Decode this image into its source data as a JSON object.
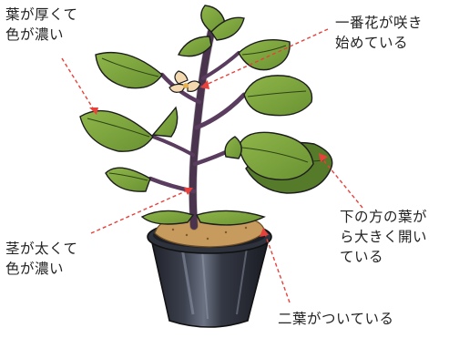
{
  "annotations": {
    "thick_leaves": {
      "lines": [
        "葉が厚くて",
        "色が濃い"
      ]
    },
    "first_flower": {
      "lines": [
        "一番花が咲き",
        "始めている"
      ]
    },
    "lower_leaves": {
      "lines": [
        "下の方の葉が",
        "ら大きく開い",
        "ている"
      ]
    },
    "stem": {
      "lines": [
        "茎が太くて",
        "色が濃い"
      ]
    },
    "seed_leaves": {
      "lines": [
        "二葉がついている"
      ]
    }
  },
  "colors": {
    "leader_line": "#e8403a",
    "leaf": "#7aa23a",
    "leaf_shadow": "#557a2a",
    "stem": "#5a3c5e",
    "soil": "#c79a5e",
    "pot": "#2a2d38",
    "flower": "#f4d9b0",
    "outline": "#1d1d1d"
  }
}
